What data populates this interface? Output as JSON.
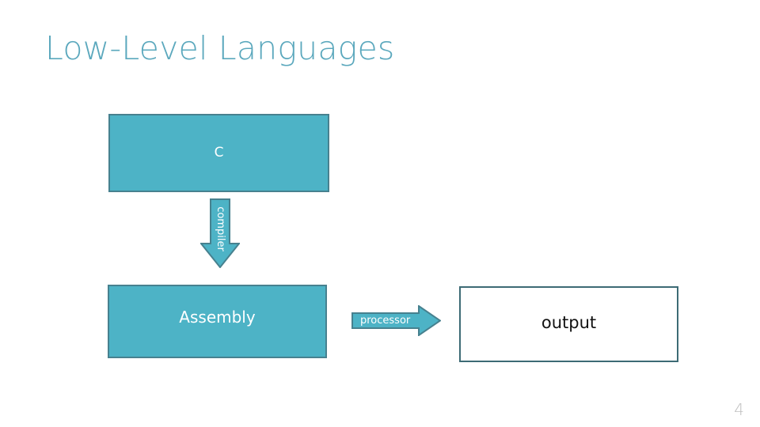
{
  "slide": {
    "title": "Low-Level Languages",
    "page_number": "4",
    "colors": {
      "title": "#5BA8BD",
      "shape_fill": "#4DB3C6",
      "shape_border": "#47818F",
      "outline_border": "#3D6B75",
      "shape_text": "#ffffff",
      "outline_text": "#111111",
      "page_number": "#BFBFBF",
      "background": "#ffffff"
    }
  },
  "diagram": {
    "type": "flowchart",
    "nodes": [
      {
        "id": "c",
        "label": "C",
        "style": "filled"
      },
      {
        "id": "assembly",
        "label": "Assembly",
        "style": "filled"
      },
      {
        "id": "output",
        "label": "output",
        "style": "outlined"
      }
    ],
    "arrows": [
      {
        "id": "compiler",
        "label": "compiler",
        "direction": "down",
        "from": "c",
        "to": "assembly"
      },
      {
        "id": "processor",
        "label": "processor",
        "direction": "right",
        "from": "assembly",
        "to": "output"
      }
    ]
  }
}
